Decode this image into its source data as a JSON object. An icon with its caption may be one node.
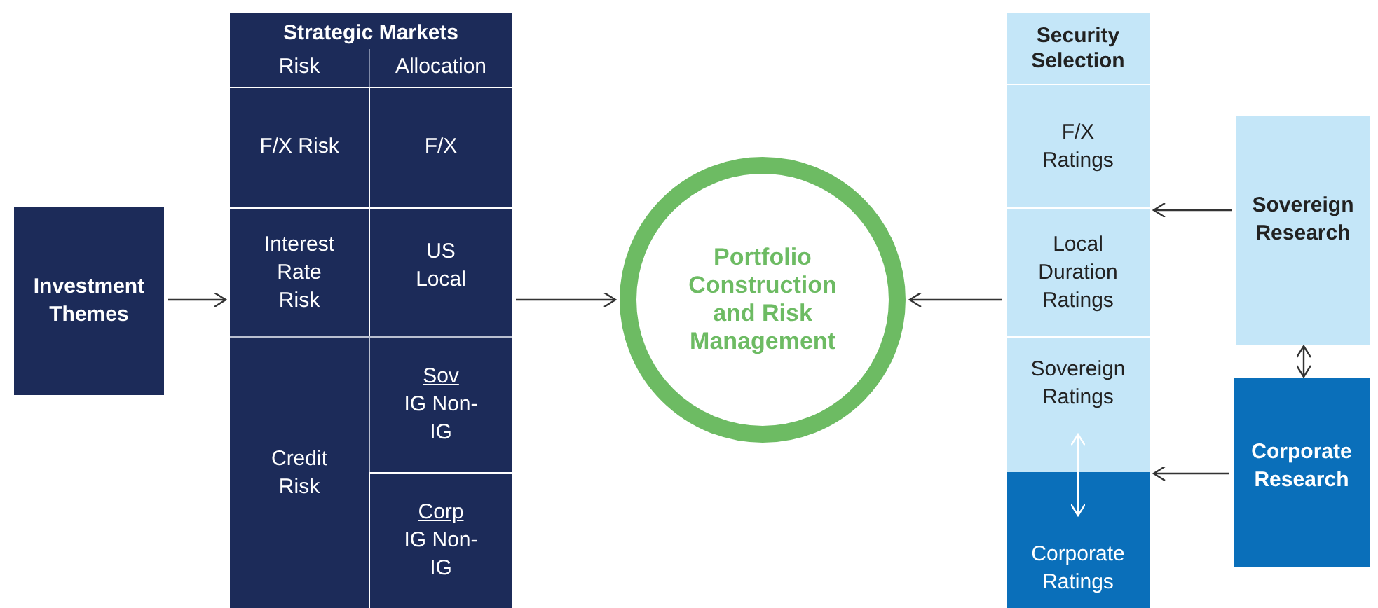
{
  "diagram": {
    "nodes": [
      {
        "text": [
          "Investment Themes"
        ]
      },
      {
        "text": [
          "Strategic Markets"
        ]
      },
      {
        "text": [
          "Risk"
        ],
        "in": 1
      },
      {
        "text": [
          "Allocation"
        ],
        "in": 1
      },
      {
        "text": [
          "F/X Risk"
        ],
        "in": 1
      },
      {
        "text": [
          "F/X"
        ],
        "in": 1
      },
      {
        "text": [
          "Interest Rate Risk"
        ],
        "in": 1
      },
      {
        "text": [
          "US Local"
        ],
        "in": 1
      },
      {
        "text": [
          "Credit Risk"
        ],
        "in": 1
      },
      {
        "text": [
          "Sov",
          "IG Non-IG"
        ],
        "in": 1
      },
      {
        "text": [
          "Corp",
          "IG Non-IG"
        ],
        "in": 1
      },
      {
        "text": [
          "Portfolio Construction and Risk Management"
        ]
      },
      {
        "text": [
          "Security Selection"
        ]
      },
      {
        "text": [
          "F/X Ratings"
        ],
        "in": 12
      },
      {
        "text": [
          "Local Duration Ratings"
        ],
        "in": 12
      },
      {
        "text": [
          "Sovereign Ratings"
        ],
        "in": 12
      },
      {
        "text": [
          "Corporate Ratings"
        ],
        "in": 12
      },
      {
        "text": [
          "Sovereign Research"
        ]
      },
      {
        "text": [
          "Corporate Research"
        ]
      }
    ],
    "edges": [
      {
        "from": 0,
        "to": 1,
        "arrow": "to"
      },
      {
        "from": 1,
        "to": 11,
        "arrow": "to"
      },
      {
        "from": 12,
        "to": 11,
        "arrow": "to"
      },
      {
        "from": 17,
        "to": 12,
        "arrow": "to"
      },
      {
        "from": 18,
        "to": 12,
        "arrow": "to"
      },
      {
        "from": 17,
        "to": 18,
        "arrow": "both"
      },
      {
        "from": 15,
        "to": 16,
        "arrow": "both",
        "color": "#ffffff"
      }
    ]
  }
}
